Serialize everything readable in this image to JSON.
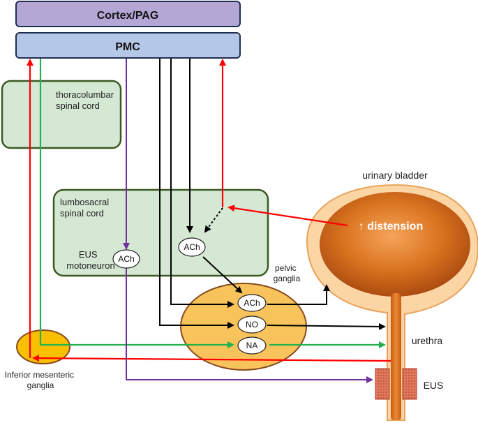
{
  "boxes": {
    "cortex": "Cortex/PAG",
    "pmc": "PMC",
    "thoracolumbar": [
      "thoracolumbar",
      "spinal cord"
    ],
    "lumbosacral": [
      "lumbosacral",
      "spinal cord"
    ],
    "eus_motoneuron": [
      "EUS",
      "motoneuron"
    ],
    "pelvic_ganglia": [
      "pelvic",
      "ganglia"
    ],
    "inferior_mesenteric": [
      "Inferior mesenteric",
      "ganglia"
    ]
  },
  "nodes": {
    "ach_eus": "ACh",
    "ach_lumbosacral": "ACh",
    "ach_pelvic": "ACh",
    "no_pelvic": "NO",
    "na_pelvic": "NA"
  },
  "bladder": {
    "title": "urinary bladder",
    "distension": "↑ distension",
    "urethra": "urethra",
    "eus": "EUS"
  },
  "colors": {
    "cortex_fill": "#b4a7d6",
    "pmc_fill": "#b4c7e7",
    "spinal_fill": "#d5e8d4",
    "spinal_stroke": "#3b5a23",
    "ganglia_fill": "#f8c35a",
    "ganglia_stroke": "#8a4a1f",
    "red": "#ff0000",
    "green": "#22b14c",
    "purple": "#7030a0",
    "black": "#000000"
  }
}
